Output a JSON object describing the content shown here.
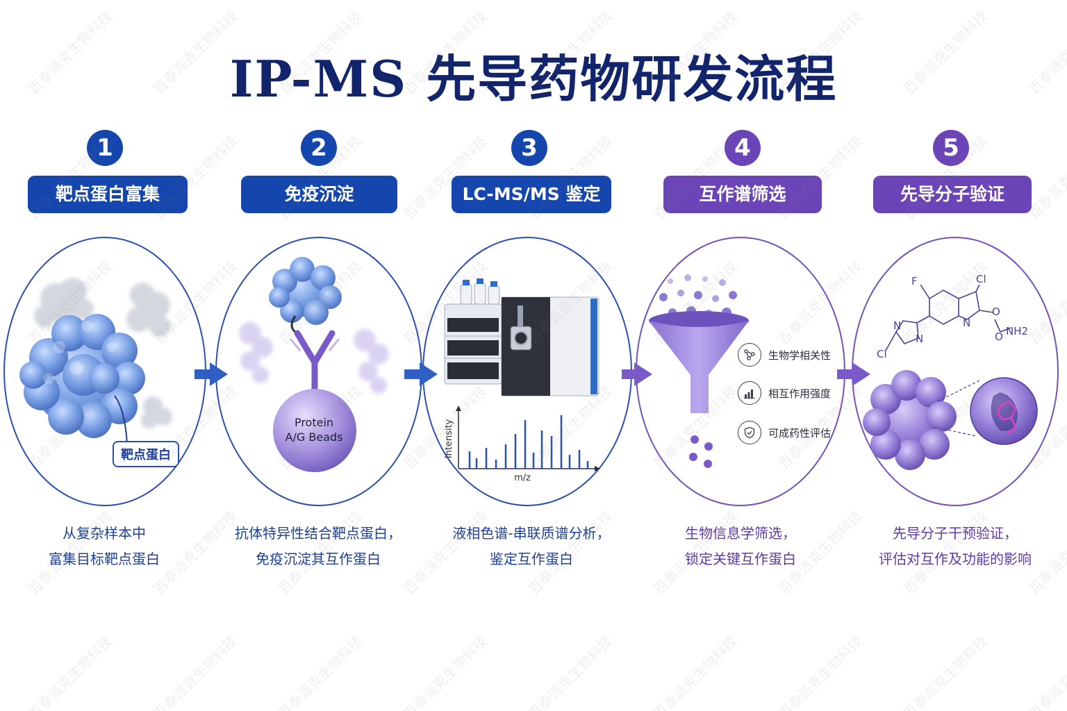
{
  "title": "IP-MS 先导药物研发流程",
  "steps": [
    {
      "number": "1",
      "label": "靶点蛋白富集",
      "desc": [
        "从复杂样本中",
        "富集目标靶点蛋白"
      ],
      "tag": "靶点蛋白"
    },
    {
      "number": "2",
      "label": "免疫沉淀",
      "desc": [
        "抗体特异性结合靶点蛋白，",
        "免疫沉淀其互作蛋白"
      ],
      "bead_line1": "Protein",
      "bead_line2": "A/G Beads"
    },
    {
      "number": "3",
      "label": "LC-MS/MS 鉴定",
      "desc": [
        "液相色谱-串联质谱分析，",
        "鉴定互作蛋白"
      ],
      "y_axis": "Intensity",
      "x_axis": "m/z"
    },
    {
      "number": "4",
      "label": "互作谱筛选",
      "desc": [
        "生物信息学筛选，",
        "锁定关键互作蛋白"
      ],
      "criteria": [
        "生物学相关性",
        "相互作用强度",
        "可成药性评估"
      ]
    },
    {
      "number": "5",
      "label": "先导分子验证",
      "desc": [
        "先导分子干预验证，",
        "评估对互作及功能的影响"
      ],
      "atoms": {
        "f": "F",
        "cl1": "Cl",
        "cl2": "Cl",
        "o": "O",
        "o2": "O",
        "nh2": "NH2",
        "n1": "N",
        "n2": "N",
        "n3": "N"
      }
    }
  ],
  "watermark": "百泰派克生物科技",
  "colors": {
    "blue": "#1546ad",
    "purple": "#6b45b8",
    "title": "#12246b"
  },
  "icons": [
    "network-icon",
    "bar-chart-icon",
    "shield-check-icon"
  ]
}
